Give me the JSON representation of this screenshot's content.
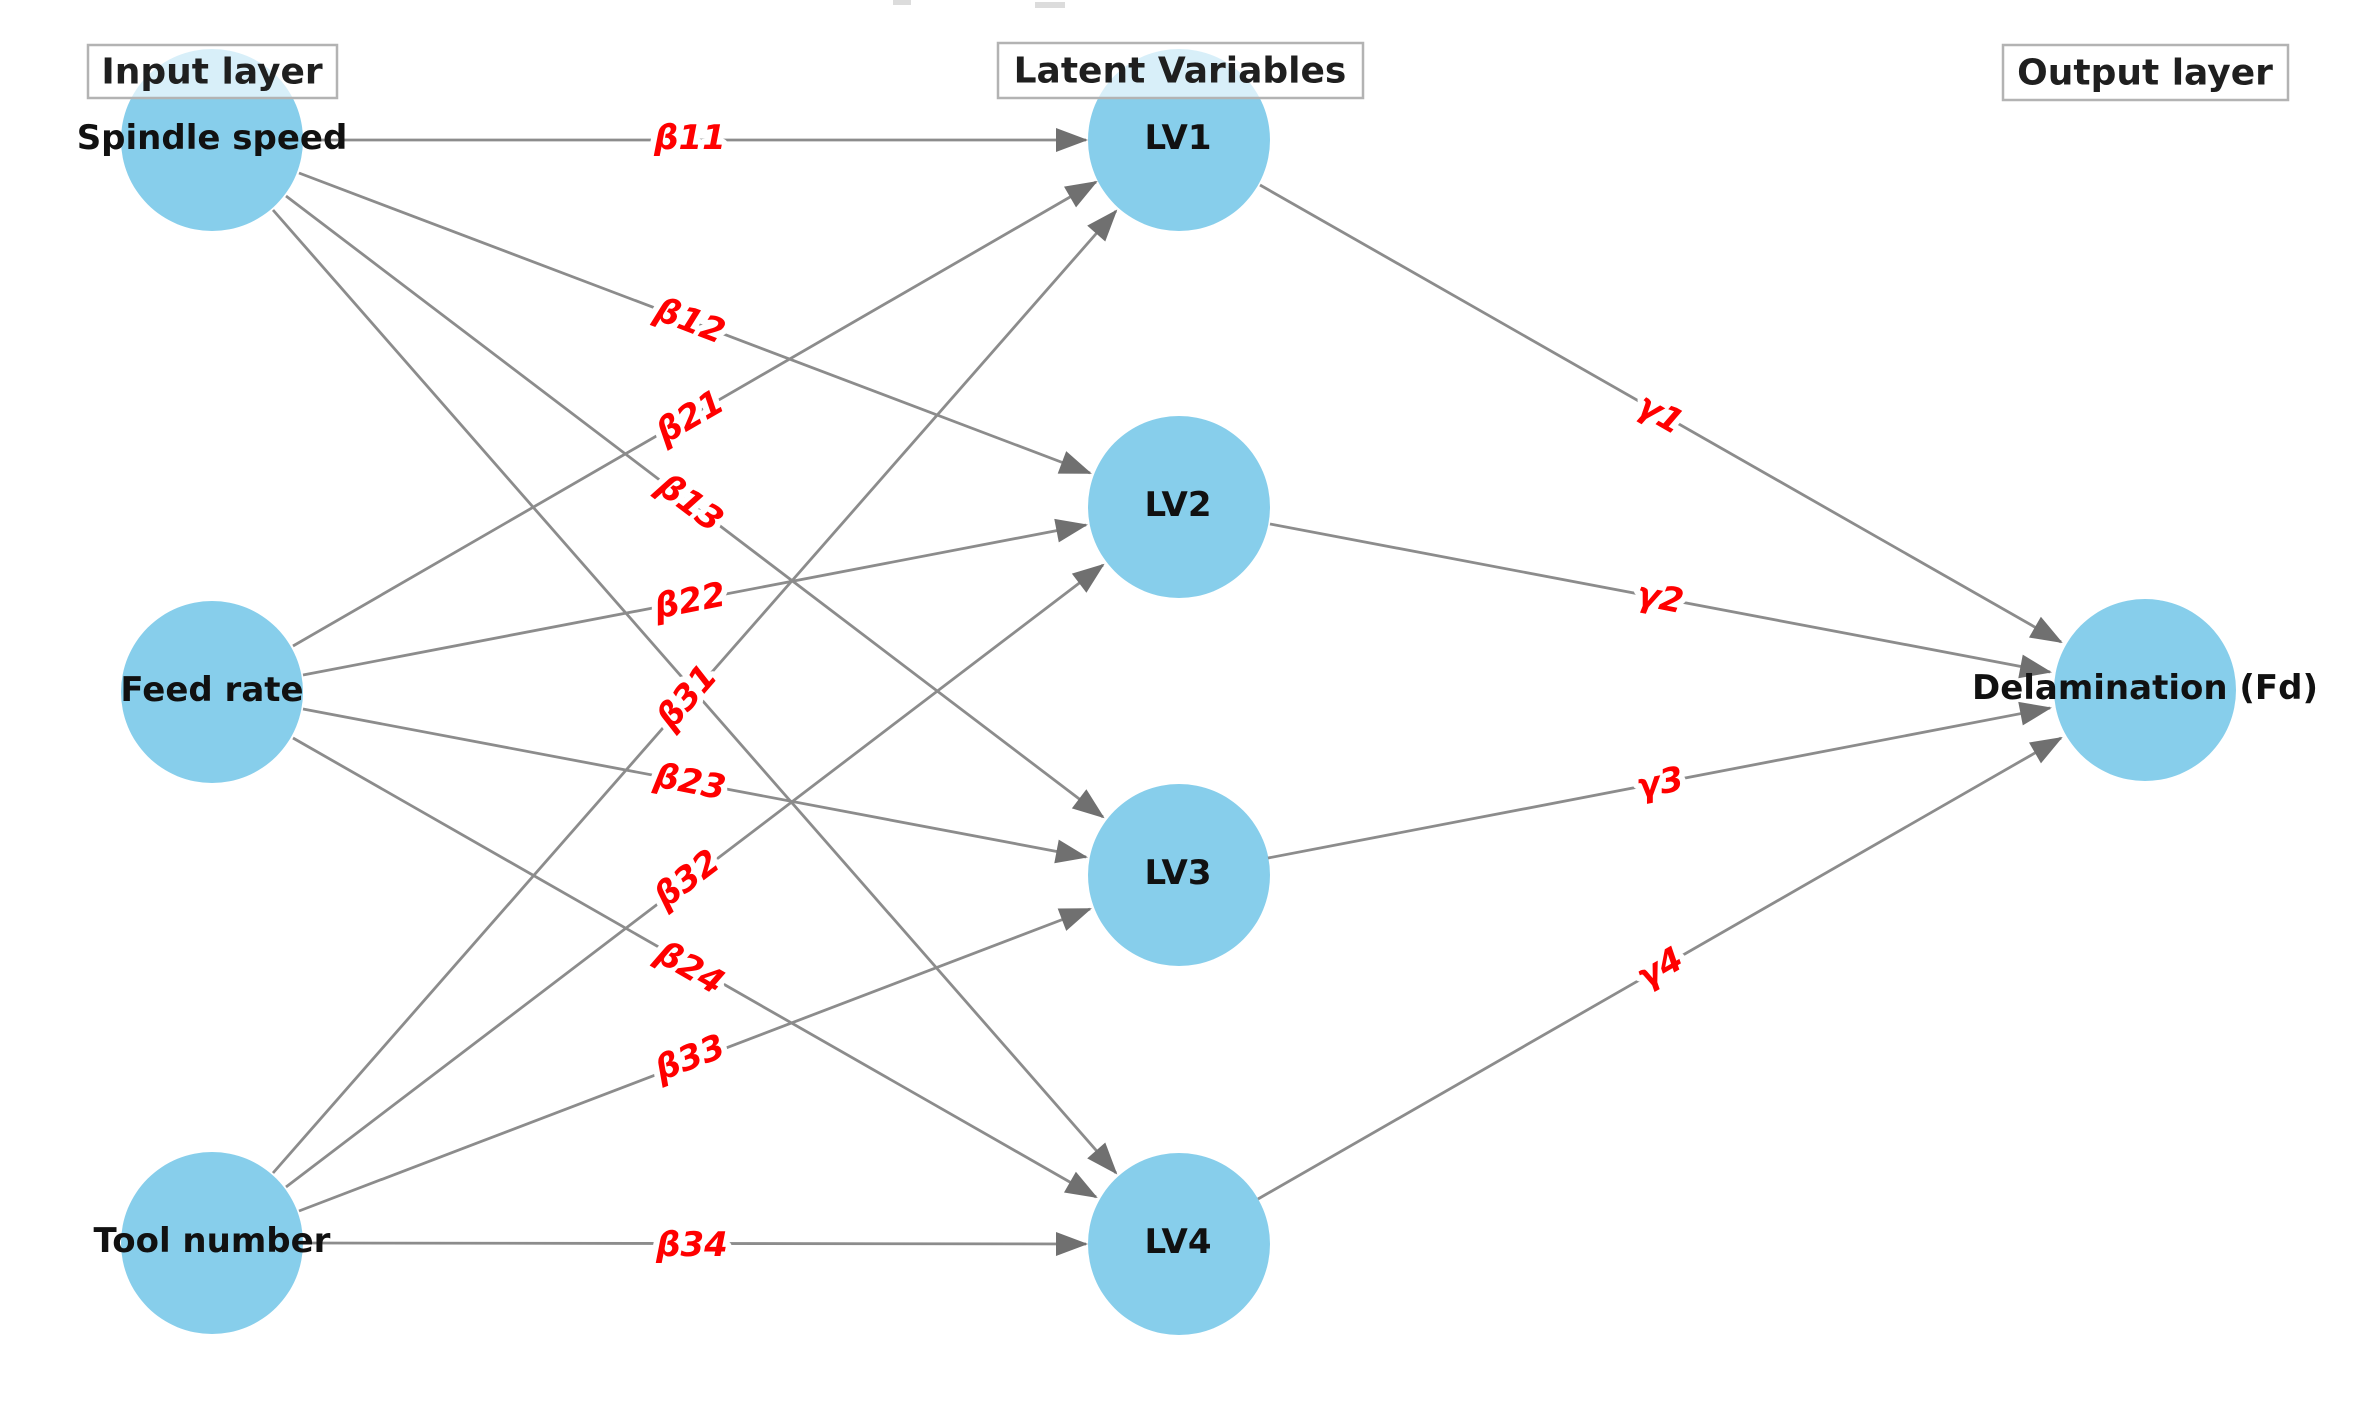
{
  "diagram": {
    "layers": [
      {
        "label": "Input layer"
      },
      {
        "label": "Latent Variables"
      },
      {
        "label": "Output layer"
      }
    ],
    "nodes": [
      {
        "id": "spindle-speed",
        "label": "Spindle speed",
        "layer": "input"
      },
      {
        "id": "feed-rate",
        "label": "Feed rate",
        "layer": "input"
      },
      {
        "id": "tool-number",
        "label": "Tool number",
        "layer": "input"
      },
      {
        "id": "lv1",
        "label": "LV1",
        "layer": "latent"
      },
      {
        "id": "lv2",
        "label": "LV2",
        "layer": "latent"
      },
      {
        "id": "lv3",
        "label": "LV3",
        "layer": "latent"
      },
      {
        "id": "lv4",
        "label": "LV4",
        "layer": "latent"
      },
      {
        "id": "delamination",
        "label": "Delamination (Fd)",
        "layer": "output"
      }
    ],
    "edges": [
      {
        "from": "spindle-speed",
        "to": "lv1",
        "label": "β11"
      },
      {
        "from": "spindle-speed",
        "to": "lv2",
        "label": "β12"
      },
      {
        "from": "spindle-speed",
        "to": "lv3",
        "label": "β13"
      },
      {
        "from": "spindle-speed",
        "to": "lv4",
        "label": ""
      },
      {
        "from": "feed-rate",
        "to": "lv1",
        "label": "β21"
      },
      {
        "from": "feed-rate",
        "to": "lv2",
        "label": "β22"
      },
      {
        "from": "feed-rate",
        "to": "lv3",
        "label": "β23"
      },
      {
        "from": "feed-rate",
        "to": "lv4",
        "label": "β24"
      },
      {
        "from": "tool-number",
        "to": "lv1",
        "label": "β31"
      },
      {
        "from": "tool-number",
        "to": "lv2",
        "label": "β32"
      },
      {
        "from": "tool-number",
        "to": "lv3",
        "label": "β33"
      },
      {
        "from": "tool-number",
        "to": "lv4",
        "label": "β34"
      },
      {
        "from": "lv1",
        "to": "delamination",
        "label": "γ1"
      },
      {
        "from": "lv2",
        "to": "delamination",
        "label": "γ2"
      },
      {
        "from": "lv3",
        "to": "delamination",
        "label": "γ3"
      },
      {
        "from": "lv4",
        "to": "delamination",
        "label": "γ4"
      }
    ],
    "colors": {
      "node_fill": "#87CEEB",
      "edge_line": "#8c8c8c",
      "arrowhead": "#707070",
      "edge_label": "#ff0000",
      "node_text": "#111111",
      "layer_box_border": "#b3b3b3"
    }
  }
}
